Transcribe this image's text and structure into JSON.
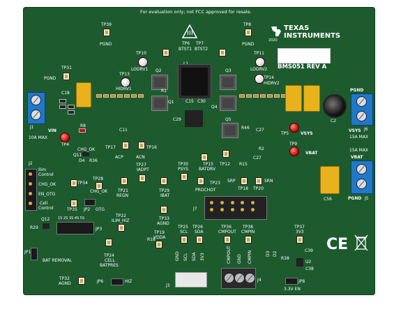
{
  "notice": "For evaluation only; not FCC approved for resale.",
  "brand": {
    "line1": "TEXAS",
    "line2": "INSTRUMENTS",
    "year": "2020"
  },
  "board_name": "BMS051 REV A",
  "labels": {
    "tp39": "TP39",
    "pgnd_top": "PGND",
    "tp8": "TP8",
    "pgnd_top2": "PGND",
    "tp6": "TP6",
    "tp7": "TP7",
    "btst1": "BTST1",
    "btst2": "BTST2",
    "tp10": "TP10",
    "lodrv1": "LODRV1",
    "tp11": "TP11",
    "lodrv2": "LODRV2",
    "tp13": "TP13",
    "hidrv1": "HIDRV1",
    "tp14": "TP14",
    "hidrv2": "HIDRV2",
    "l1": "L1",
    "q2": "Q2",
    "q3": "Q3",
    "q1": "Q1",
    "q4": "Q4",
    "tp31": "TP31",
    "pgnd_l": "PGND",
    "c18": "C18",
    "r1": "R1",
    "c15": "C15",
    "c30": "C30",
    "c29": "C29",
    "q5": "Q5",
    "j1": "J1",
    "vin": "VIN",
    "vin_max": "10A MAX",
    "tp4": "TP4",
    "r8": "R8",
    "c11": "C11",
    "tp5": "TP5",
    "vsys": "VSYS",
    "c2": "C2",
    "j6": "J6",
    "pgnd_r": "PGND",
    "vsys_r": "VSYS",
    "max15_a": "15A MAX",
    "tp9": "TP9",
    "vbat": "VBAT",
    "max15_b": "15A MAX",
    "vbat_r": "VBAT",
    "r46": "R46",
    "r2": "R2",
    "c27": "C27",
    "r15": "R15",
    "tp17": "TP17",
    "acp": "ACP",
    "tp16": "TP16",
    "acn": "ACN",
    "chg_ok_led": "CHG_OK",
    "q11": "Q11",
    "d4": "D4",
    "r36": "R36",
    "j2": "J2",
    "ilim": "Ilim",
    "control": "Control",
    "chg_ok": "CHG_OK",
    "en_otg": "EN_OTG",
    "cell": "Cell",
    "control2": "Control",
    "tp27": "TP27",
    "iadpt": "IADPT",
    "tp30": "TP30",
    "psys": "PSYS",
    "tp15": "TP15",
    "batdrv": "BATDRV",
    "tp12": "TP12",
    "tp34": "TP34",
    "tp28": "TP28",
    "chg_ok2": "CHG_OK",
    "tp21": "TP21",
    "regn": "REGN",
    "tp29": "TP29",
    "ibat": "IBAT",
    "tp23": "TP23",
    "prochot": "PROCHOT",
    "srp": "SRP",
    "srn": "SRN",
    "tp18": "TP18",
    "tp20": "TP20",
    "c56": "C56",
    "j5": "J5",
    "pgnd_j5": "PGND",
    "tp35": "TP35",
    "jp2": "JP2",
    "otg": "OTG",
    "j7": "J7",
    "tp33": "TP33",
    "agnd": "AGND",
    "r29": "R29",
    "q12": "Q12",
    "jp3": "JP3",
    "tp22": "TP22",
    "ilim_hiz": "ILIM_HIZ",
    "tp25": "TP25",
    "scl": "SCL",
    "tp26": "TP26",
    "sda": "SDA",
    "tp36": "TP36",
    "cmpout": "CMPOUT",
    "tp38": "TP38",
    "cmpin": "CMPIN",
    "tp37": "TP37",
    "v3v3": "3V3",
    "c39": "C39",
    "tp19": "TP19",
    "vdda": "VDDA",
    "r18": "R18",
    "tp24": "TP24",
    "cell_lbl": "CELL",
    "batpres": "BATPRES",
    "jp1": "JP1",
    "bat_removal": "BAT REMOVAL",
    "gnd_j3": "GND",
    "scl_j3": "SCL",
    "sda_j3": "SDA",
    "v3v3_j3": "3V3",
    "j3": "J3",
    "cmpout_j4": "CMPOUT",
    "gnd_j4": "GND",
    "cmpin_j4": "CMPIN",
    "j4": "J4",
    "d3": "D3",
    "d2": "D2",
    "r38": "R38",
    "u2": "U2",
    "c38": "C38",
    "tp32": "TP32",
    "agnd2": "AGND",
    "jp6": "JP6",
    "hiz": "HIZ",
    "jp8": "JP8",
    "en33": "3.3V EN",
    "ce": "CE",
    "jp3_nums": "1S 2S 3S 4S 5S"
  },
  "colors": {
    "board": "#1d5b2f",
    "terminal": "#1f78c8",
    "silk": "#ffffff",
    "gold": "#e8b21c"
  }
}
